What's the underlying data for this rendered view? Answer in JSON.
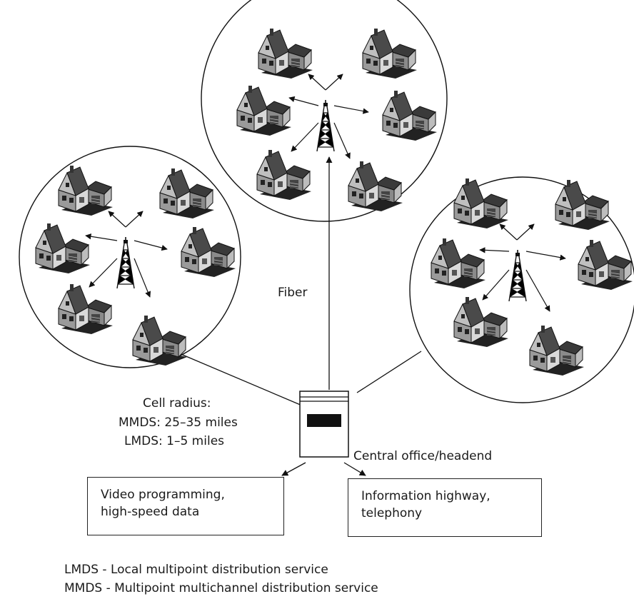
{
  "labels": {
    "fiber": "Fiber",
    "cell_radius_title": "Cell radius:",
    "cell_radius_mmds": "MMDS: 25–35 miles",
    "cell_radius_lmds": "LMDS: 1–5 miles",
    "central_office": "Central office/headend"
  },
  "boxes": {
    "video": {
      "line1": "Video programming,",
      "line2": "high-speed data"
    },
    "info": {
      "line1": "Information highway,",
      "line2": "telephony"
    }
  },
  "legend": {
    "lmds": "LMDS - Local multipoint distribution service",
    "mmds": "MMDS - Multipoint multichannel distribution service"
  },
  "icons": {
    "house": "house-icon",
    "tower": "antenna-tower-icon",
    "headend": "headend-cabinet-icon"
  }
}
